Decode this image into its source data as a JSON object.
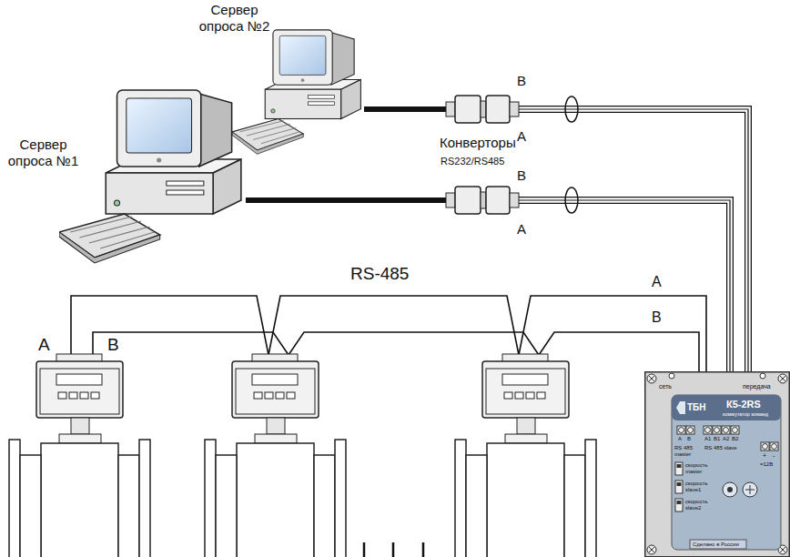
{
  "diagram": {
    "nodes": [
      {
        "text": [
          "Сервер опроса №2"
        ]
      },
      {
        "text": [
          "Сервер опроса №1"
        ]
      },
      {
        "text": [
          "сеть",
          "передача",
          "ТБН",
          "К5-2RS",
          "коммутатор команд",
          "A",
          "B",
          "RS 485 master",
          "A1",
          "B1",
          "A2",
          "B2",
          "RS 485 slave",
          "+",
          "-",
          "=12В",
          "скорость master",
          "скорость slave1",
          "скорость slave2",
          "Сделано в России"
        ]
      }
    ],
    "edges": [
      {
        "from": 0,
        "to": 2,
        "arrow": "none"
      },
      {
        "from": 1,
        "to": 2,
        "arrow": "none"
      }
    ],
    "labels": [
      "B",
      "A",
      "Конверторы",
      "RS232/RS485",
      "B",
      "A",
      "RS-485",
      "A",
      "B",
      "A",
      "B"
    ]
  }
}
